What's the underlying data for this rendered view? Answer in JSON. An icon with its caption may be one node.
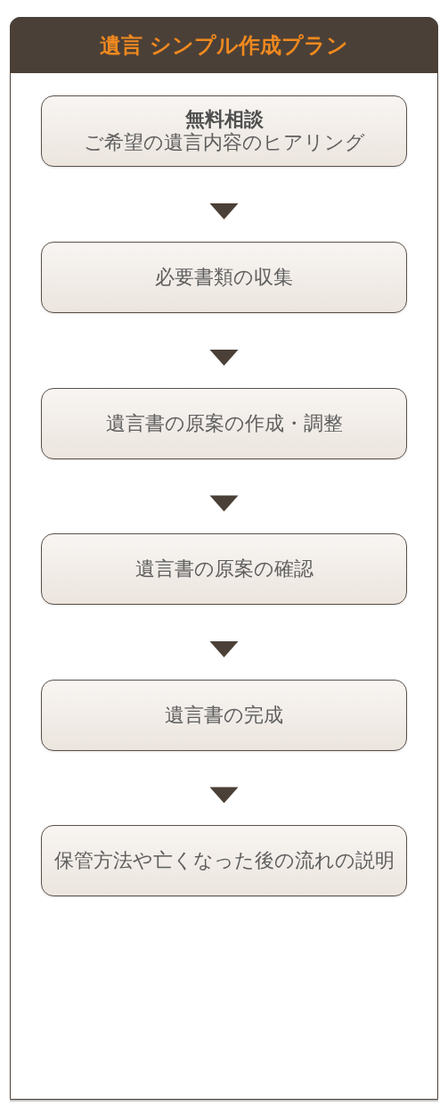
{
  "diagram": {
    "title": "遺言 シンプル作成プラン",
    "nodes": [
      {
        "text": [
          "無料相談",
          "ご希望の遺言内容のヒアリング"
        ]
      },
      {
        "text": [
          "必要書類の収集"
        ]
      },
      {
        "text": [
          "遺言書の原案の作成・調整"
        ]
      },
      {
        "text": [
          "遺言書の原案の確認"
        ]
      },
      {
        "text": [
          "遺言書の完成"
        ]
      },
      {
        "text": [
          "保管方法や亡くなった後の流れの説明"
        ]
      }
    ],
    "edges": [
      {
        "from": 0,
        "to": 1,
        "arrow": "to"
      },
      {
        "from": 1,
        "to": 2,
        "arrow": "to"
      },
      {
        "from": 2,
        "to": 3,
        "arrow": "to"
      },
      {
        "from": 3,
        "to": 4,
        "arrow": "to"
      },
      {
        "from": 4,
        "to": 5,
        "arrow": "to"
      }
    ]
  }
}
